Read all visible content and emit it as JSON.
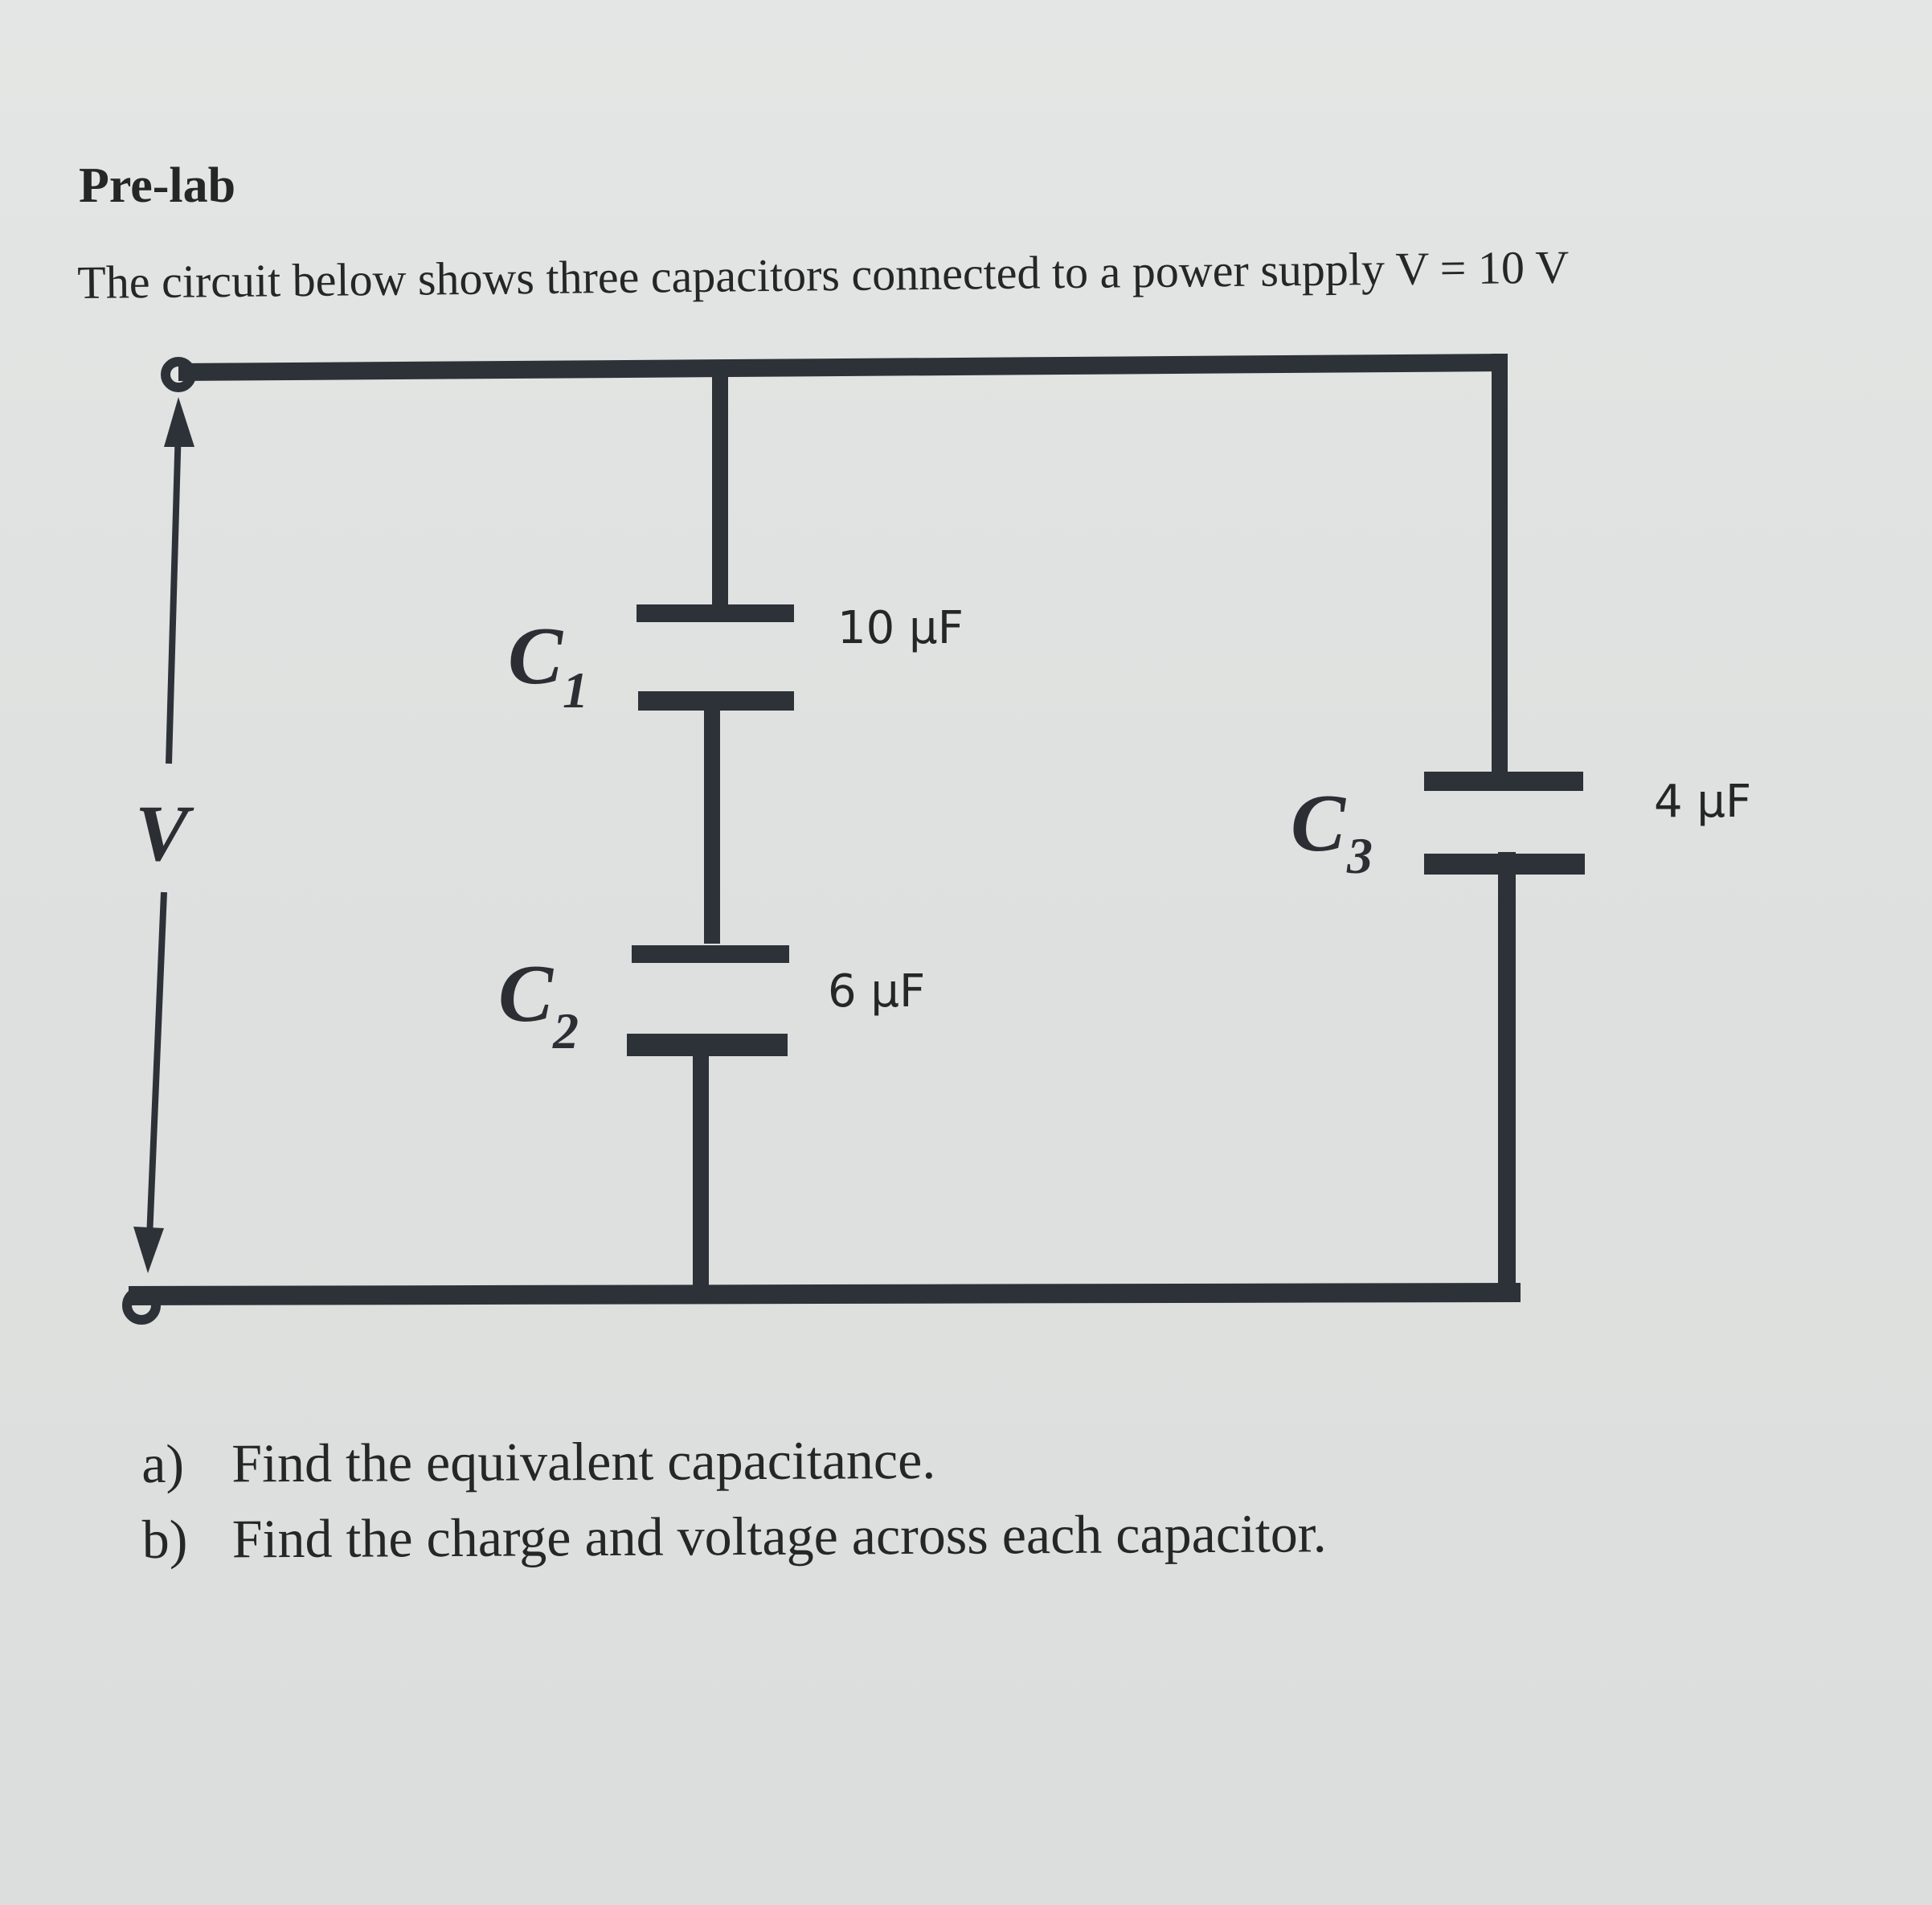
{
  "document": {
    "heading": "Pre-lab",
    "intro": "The circuit below shows three capacitors connected to a power supply V = 10 V"
  },
  "circuit": {
    "source_label": "V",
    "capacitors": [
      {
        "name": "C",
        "subscript": "1",
        "value": "10 μF"
      },
      {
        "name": "C",
        "subscript": "2",
        "value": "6 μF"
      },
      {
        "name": "C",
        "subscript": "3",
        "value": "4 μF"
      }
    ],
    "colors": {
      "wire": "#2d3238",
      "text": "#262626"
    }
  },
  "questions": [
    {
      "marker": "a)",
      "text": "Find the equivalent capacitance."
    },
    {
      "marker": "b)",
      "text": "Find the charge and voltage across each capacitor."
    }
  ]
}
